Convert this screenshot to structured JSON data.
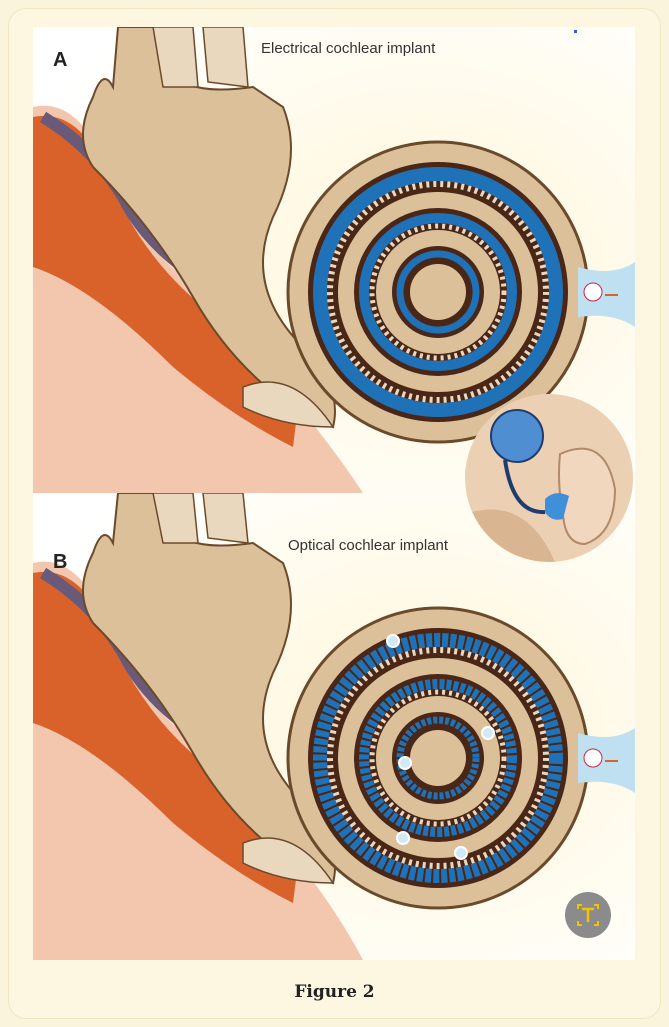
{
  "figure": {
    "panel_a": {
      "letter": "A",
      "title": "Electrical cochlear implant"
    },
    "panel_b": {
      "letter": "B",
      "title": "Optical cochlear implant"
    },
    "caption": "Figure 2"
  },
  "colors": {
    "bone": "#dcc09a",
    "tissue": "#d9622b",
    "implant_blue": "#1f72b8",
    "nerve_blue": "#bfe0f0",
    "background_warm": "#fdf7e2"
  },
  "icons": {
    "translate_button": "text-recognition-icon"
  }
}
